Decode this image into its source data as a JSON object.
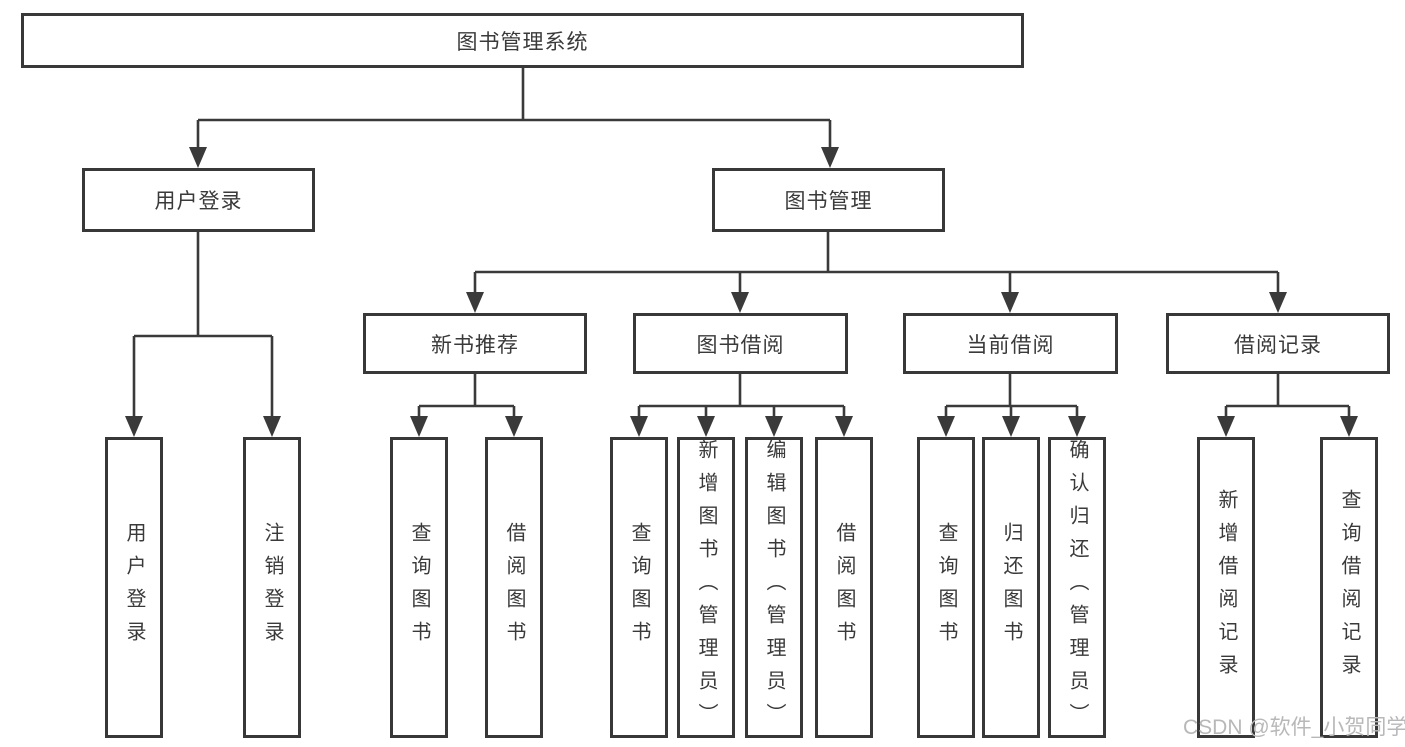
{
  "diagram": {
    "root": {
      "label": "图书管理系统"
    },
    "level2": [
      {
        "id": "user-login",
        "label": "用户登录"
      },
      {
        "id": "book-management",
        "label": "图书管理"
      }
    ],
    "level3": [
      {
        "id": "new-book-recommend",
        "label": "新书推荐"
      },
      {
        "id": "book-borrow",
        "label": "图书借阅"
      },
      {
        "id": "current-borrow",
        "label": "当前借阅"
      },
      {
        "id": "borrow-record",
        "label": "借阅记录"
      }
    ],
    "leaves": [
      {
        "parent": "user-login",
        "label": "用户登录"
      },
      {
        "parent": "user-login",
        "label": "注销登录"
      },
      {
        "parent": "new-book-recommend",
        "label": "查询图书"
      },
      {
        "parent": "new-book-recommend",
        "label": "借阅图书"
      },
      {
        "parent": "book-borrow",
        "label": "查询图书"
      },
      {
        "parent": "book-borrow",
        "label": "新增图书（管理员）"
      },
      {
        "parent": "book-borrow",
        "label": "编辑图书（管理员）"
      },
      {
        "parent": "book-borrow",
        "label": "借阅图书"
      },
      {
        "parent": "current-borrow",
        "label": "查询图书"
      },
      {
        "parent": "current-borrow",
        "label": "归还图书"
      },
      {
        "parent": "current-borrow",
        "label": "确认归还（管理员）"
      },
      {
        "parent": "borrow-record",
        "label": "新增借阅记录"
      },
      {
        "parent": "borrow-record",
        "label": "查询借阅记录"
      }
    ],
    "watermark": "CSDN @软件_小贺同学",
    "colors": {
      "background": "#ffffff",
      "line": "#3a3a3a",
      "border": "#383838",
      "text": "#3a3a3a",
      "watermark": "#b8b8b8"
    }
  }
}
